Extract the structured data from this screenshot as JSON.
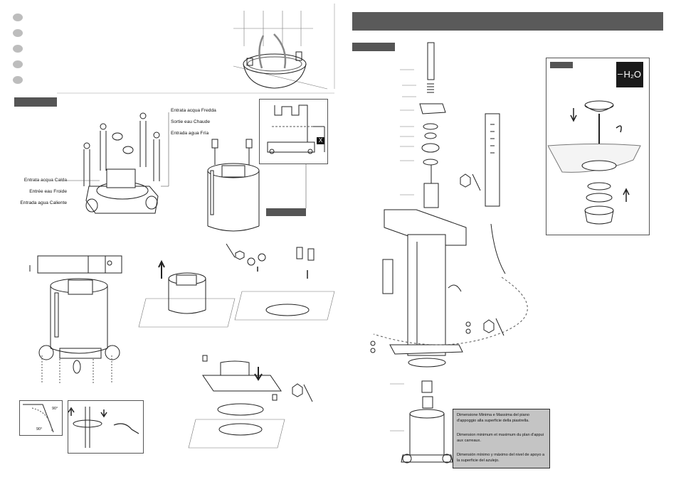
{
  "inlet_labels_top": [
    "Entrata acqua Fredda",
    "Sortie eau Chaude",
    "Entrada agua Fría"
  ],
  "inlet_labels_left": [
    "Entrata acqua Calda",
    "Entrée eau Froide",
    "Entrada agua Caliente"
  ],
  "dimension_marker": "X",
  "h2o_badge": {
    "dash": "–",
    "text": "H₂O"
  },
  "angle_labels": [
    "90°",
    "90°"
  ],
  "note_lines": [
    "Dimensione Minima e Massima del piano d'appoggio alla superficie della piastrella.",
    "Dimension minimum et maximum du plan d'appui aux carreaux.",
    "Dimensión mínimo y máximo del nivel de apoyo a la superficie del azulejo."
  ]
}
